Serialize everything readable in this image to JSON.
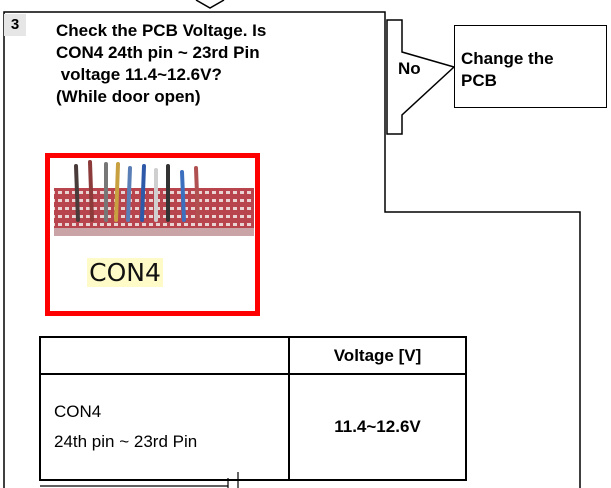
{
  "step": {
    "number": "3"
  },
  "question": {
    "lines": [
      "Check the PCB Voltage. Is",
      "CON4 24th pin ~ 23rd Pin",
      " voltage 11.4~12.6V?",
      "(While door open)"
    ]
  },
  "decision": {
    "no_label": "No"
  },
  "action": {
    "lines": [
      "Change the",
      "PCB"
    ]
  },
  "photo": {
    "label": "CON4"
  },
  "table": {
    "header": [
      "",
      "Voltage [V]"
    ],
    "row": {
      "label_lines": [
        "CON4",
        "24th pin ~ 23rd Pin"
      ],
      "value": "11.4~12.6V"
    }
  }
}
